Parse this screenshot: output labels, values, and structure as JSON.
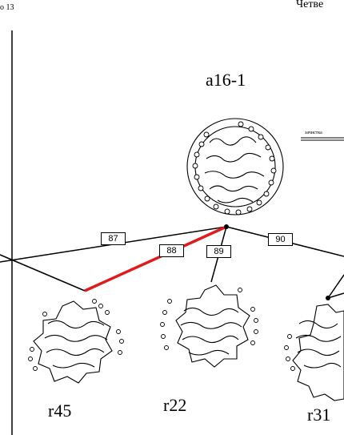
{
  "header": {
    "left_text": "о 13",
    "right_text": "Четве"
  },
  "nodes": {
    "top": {
      "label": "a16-1"
    },
    "left": {
      "label": "r45"
    },
    "middle": {
      "label": "r22"
    },
    "right": {
      "label": "r31"
    }
  },
  "edges": [
    {
      "number": "87",
      "color": "#000000"
    },
    {
      "number": "88",
      "color": "#e01b1b"
    },
    {
      "number": "89",
      "color": "#000000"
    },
    {
      "number": "90",
      "color": "#000000"
    }
  ],
  "annotation": {
    "text": "зачистка"
  }
}
